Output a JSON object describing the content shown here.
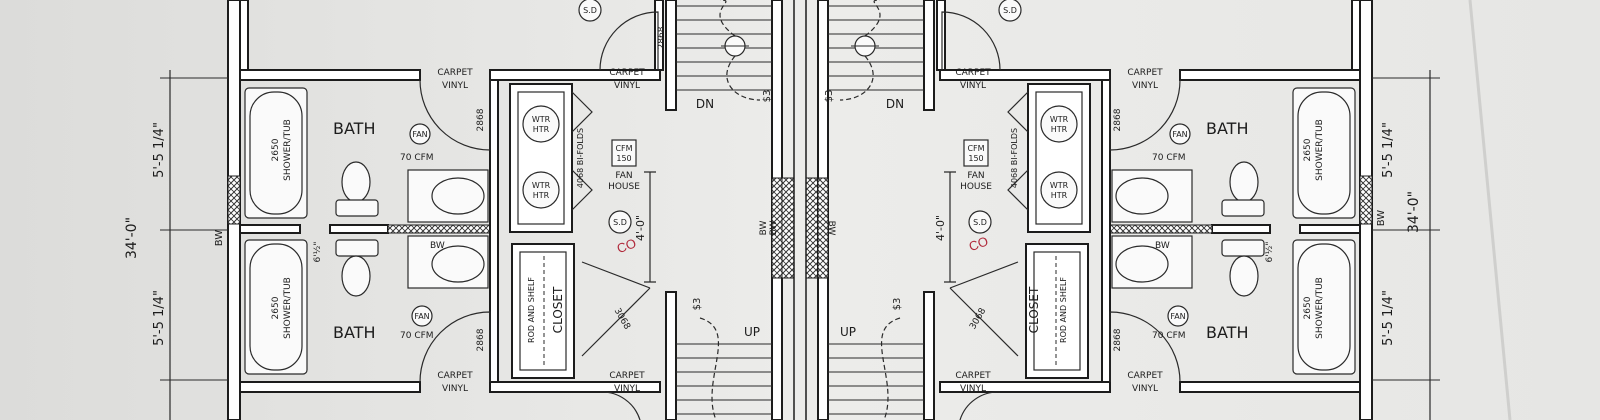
{
  "plan": {
    "left_unit": {
      "bath_upper": {
        "title": "BATH",
        "fan": "FAN",
        "fan_cfm": "70 CFM",
        "tub": [
          "2650",
          "SHOWER/TUB"
        ],
        "door": "2868"
      },
      "bath_lower": {
        "title": "BATH",
        "fan": "FAN",
        "fan_cfm": "70 CFM",
        "tub": [
          "2650",
          "SHOWER/TUB"
        ],
        "door": "2868",
        "bw": "BW"
      },
      "floor_upper_carpet": "CARPET",
      "floor_upper_vinyl": "VINYL",
      "floor_top_carpet": "CARPET",
      "floor_top_vinyl": "VINYL",
      "floor_bottom_carpet": "CARPET",
      "floor_bottom_vinyl": "VINYL",
      "floor_stair_carpet": "CARPET",
      "floor_stair_vinyl": "VINYL",
      "wtr_htr_1": [
        "WTR",
        "HTR"
      ],
      "wtr_htr_2": [
        "WTR",
        "HTR"
      ],
      "bifolds": "4068 BI-FOLDS",
      "fan_house": {
        "box": [
          "CFM",
          "150"
        ],
        "label": [
          "FAN",
          "HOUSE"
        ]
      },
      "smoke_top": "S.D",
      "smoke_mid": "S.D",
      "co": "CO",
      "closet": "CLOSET",
      "rod_shelf": "ROD AND SHELF",
      "closet_door": "3068",
      "stairs_down": "DN",
      "stairs_up": "UP",
      "switch": "$3",
      "dim_hall": "4'-0\"",
      "bw_wall": "BW",
      "bw_mid": "BW",
      "six_half": "6'½\""
    },
    "right_unit": {
      "bath_upper": {
        "title": "BATH",
        "fan": "FAN",
        "fan_cfm": "70 CFM",
        "tub": [
          "2650",
          "SHOWER/TUB"
        ],
        "door": "2868"
      },
      "bath_lower": {
        "title": "BATH",
        "fan": "FAN",
        "fan_cfm": "70 CFM",
        "tub": [
          "2650",
          "SHOWER/TUB"
        ],
        "door": "2868",
        "bw": "BW"
      },
      "floor_upper_carpet": "CARPET",
      "floor_upper_vinyl": "VINYL",
      "floor_top_carpet": "CARPET",
      "floor_top_vinyl": "VINYL",
      "floor_bottom_carpet": "CARPET",
      "floor_bottom_vinyl": "VINYL",
      "floor_stair_carpet": "CARPET",
      "floor_stair_vinyl": "VINYL",
      "wtr_htr_1": [
        "WTR",
        "HTR"
      ],
      "wtr_htr_2": [
        "WTR",
        "HTR"
      ],
      "bifolds": "4068 BI-FOLDS",
      "fan_house": {
        "box": [
          "CFM",
          "150"
        ],
        "label": [
          "FAN",
          "HOUSE"
        ]
      },
      "smoke_top": "S.D",
      "smoke_mid": "S.D",
      "co": "CO",
      "closet": "CLOSET",
      "rod_shelf": "ROD AND SHELF",
      "closet_door": "3068",
      "stairs_down": "DN",
      "stairs_up": "UP",
      "switch": "$3",
      "dim_hall": "4'-0\"",
      "bw_wall": "BW",
      "bw_mid": "BW",
      "six_half": "6'½\""
    },
    "dimensions": {
      "left_overall": "34'-0\"",
      "left_upper": "5'-5 1/4\"",
      "left_lower": "5'-5 1/4\"",
      "right_overall": "34'-0\"",
      "right_upper": "5'-5 1/4\"",
      "right_lower": "5'-5 1/4\""
    },
    "party_wall": {
      "bw_left": "BW",
      "bw_right": "BW"
    }
  }
}
